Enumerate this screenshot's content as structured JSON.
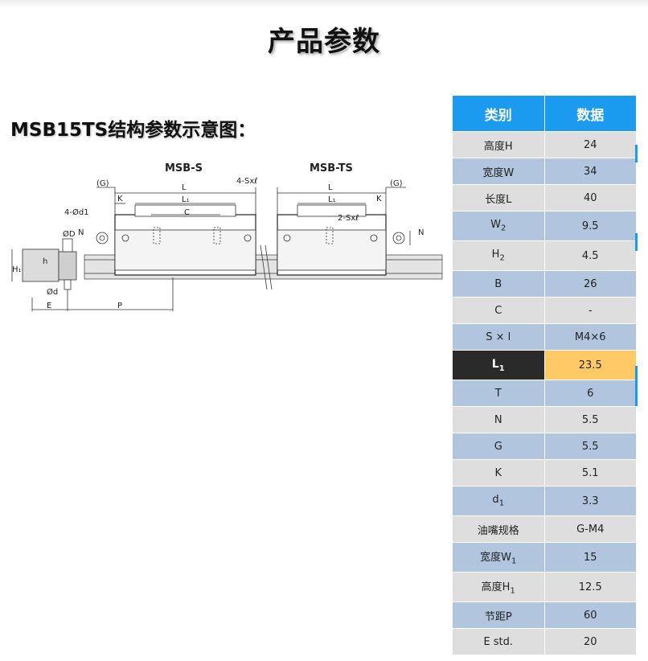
{
  "page": {
    "title": "产品参数"
  },
  "section": {
    "title": "MSB15TS结构参数示意图："
  },
  "diagram": {
    "label_s": "MSB-S",
    "label_ts": "MSB-TS",
    "dims": {
      "G": "(G)",
      "K": "K",
      "L": "L",
      "L1": "L₁",
      "sx4": "4-Sxℓ",
      "sx2": "2-Sxℓ",
      "d1": "4-Ød1",
      "C": "C",
      "N": "N",
      "D": "ØD",
      "h": "h",
      "H1": "H₁",
      "d": "Ød",
      "E": "E",
      "P": "P"
    }
  },
  "table": {
    "headers": [
      "类别",
      "数据"
    ],
    "rows": [
      {
        "label": "高度H",
        "value": "24"
      },
      {
        "label": "宽度W",
        "value": "34"
      },
      {
        "label": "长度L",
        "value": "40"
      },
      {
        "label": "W",
        "sub": "2",
        "value": "9.5"
      },
      {
        "label": "H",
        "sub": "2",
        "value": "4.5"
      },
      {
        "label": "B",
        "value": "26"
      },
      {
        "label": "C",
        "value": "-"
      },
      {
        "label": "S × l",
        "value": "M4×6"
      },
      {
        "label": "L",
        "sub": "1",
        "value": "23.5"
      },
      {
        "label": "T",
        "value": "6"
      },
      {
        "label": "N",
        "value": "5.5"
      },
      {
        "label": "G",
        "value": "5.5"
      },
      {
        "label": "K",
        "value": "5.1"
      },
      {
        "label": "d",
        "sub": "1",
        "value": "3.3"
      },
      {
        "label": "油嘴规格",
        "value": "G-M4"
      },
      {
        "label": "宽度W",
        "sub": "1",
        "value": "15"
      },
      {
        "label": "高度H",
        "sub": "1",
        "value": "12.5"
      },
      {
        "label": "节距P",
        "value": "60"
      },
      {
        "label": "E std.",
        "value": "20"
      }
    ]
  },
  "colors": {
    "header": "#1a9bf0",
    "row_grey": "#dedede",
    "row_blue": "#b1c6de",
    "highlight_label": "#2a2a2a",
    "highlight_value": "#ffca66"
  }
}
